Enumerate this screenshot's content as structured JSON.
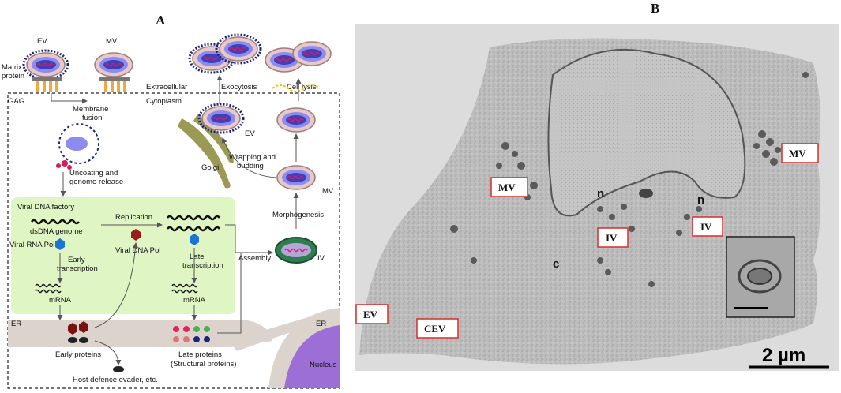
{
  "panel_a": {
    "title": "A",
    "labels": {
      "ev_top": "EV",
      "mv_top": "MV",
      "matrix_protein_1": "Matrix",
      "matrix_protein_2": "protein",
      "gag": "GAG",
      "extracellular": "Extracellular",
      "cytoplasm": "Cytoplasm",
      "membrane_fusion_1": "Membrane",
      "membrane_fusion_2": "fusion",
      "uncoating_1": "Uncoating and",
      "uncoating_2": "genome release",
      "exocytosis": "Exocytosis",
      "cell_lysis": "Cell lysis",
      "ev_golgi": "EV",
      "golgi": "Golgi",
      "wrapping_1": "Wrapping and",
      "wrapping_2": "budding",
      "mv_mid": "MV",
      "morphogenesis": "Morphogenesis",
      "viral_dna_factory": "Viral DNA factory",
      "dsdna_genome": "dsDNA genome",
      "replication": "Replication",
      "viral_rna_pol": "Viral RNA Pol",
      "early_transcription_1": "Early",
      "early_transcription_2": "transcription",
      "viral_dna_pol": "Viral DNA Pol",
      "late_transcription_1": "Late",
      "late_transcription_2": "transcription",
      "assembly": "Assembly",
      "iv": "IV",
      "mrna_early": "mRNA",
      "mrna_late": "mRNA",
      "er_left": "ER",
      "er_right": "ER",
      "early_proteins": "Early proteins",
      "late_proteins_1": "Late proteins",
      "late_proteins_2": "(Structural proteins)",
      "nucleus": "Nucleus",
      "host_defence": "Host defence evader, etc."
    }
  },
  "panel_b": {
    "title": "B",
    "boxes": [
      "MV",
      "MV",
      "IV",
      "IV",
      "EV",
      "CEV"
    ],
    "n_labels": [
      "n",
      "n"
    ],
    "c_label": "c",
    "scale_bar": "2 µm"
  },
  "colors": {
    "factory_fill": "#dff5c4",
    "er_fill": "#dcd3cc",
    "nucleus": "#9b6fd6",
    "golgi": "#9a9a55",
    "virion_core": "#3f3fb8",
    "virion_dna": "#d81b60",
    "em_bg": "#dcdcdc",
    "label_box_border": "#d32f2f"
  }
}
